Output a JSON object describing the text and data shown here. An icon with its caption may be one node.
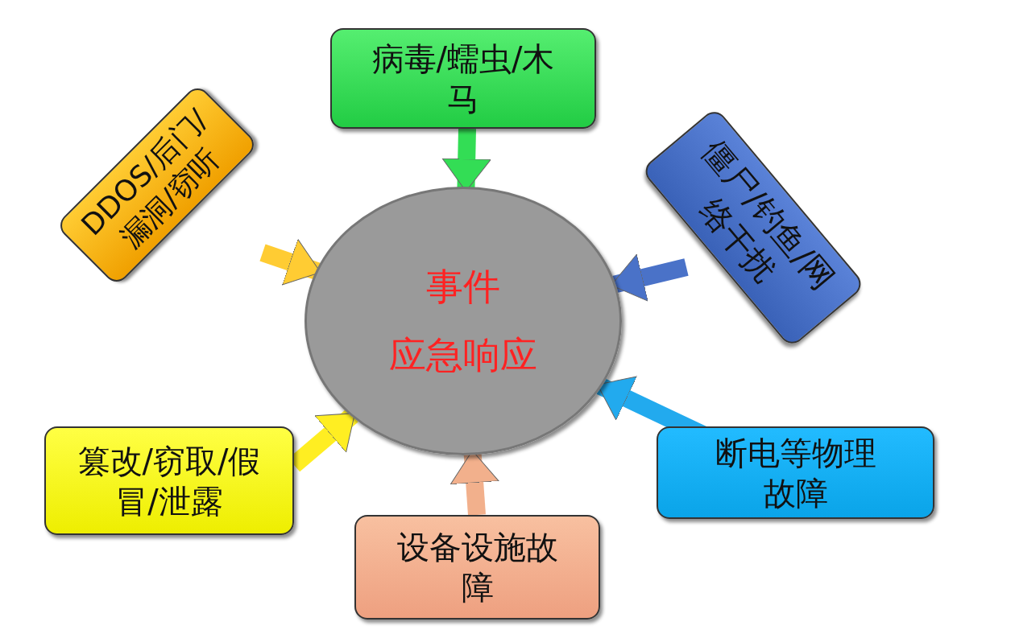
{
  "diagram": {
    "nodes": [
      {
        "text": [
          "病毒/蠕虫/木马"
        ]
      },
      {
        "text": [
          "DDOS/后门/漏洞/窃听"
        ]
      },
      {
        "text": [
          "僵尸/钓鱼/网络干扰"
        ]
      },
      {
        "text": [
          "事件",
          "应急响应"
        ]
      },
      {
        "text": [
          "篡改/窃取/假冒/泄露"
        ]
      },
      {
        "text": [
          "断电等物理故障"
        ]
      },
      {
        "text": [
          "设备设施故障"
        ]
      }
    ],
    "edges": [
      {
        "from": 0,
        "to": 3,
        "arrow": "to",
        "color": "#33dd55"
      },
      {
        "from": 1,
        "to": 3,
        "arrow": "to",
        "color": "#ffcc33"
      },
      {
        "from": 2,
        "to": 3,
        "arrow": "to",
        "color": "#4a72c8"
      },
      {
        "from": 4,
        "to": 3,
        "arrow": "to",
        "color": "#ffee22"
      },
      {
        "from": 5,
        "to": 3,
        "arrow": "to",
        "color": "#22aaee"
      },
      {
        "from": 6,
        "to": 3,
        "arrow": "to",
        "color": "#f2b08c"
      }
    ]
  }
}
